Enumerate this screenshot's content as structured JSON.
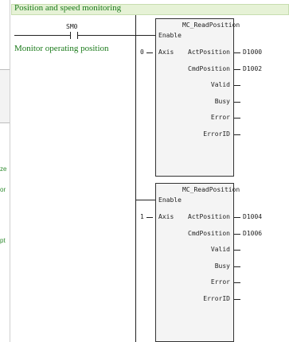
{
  "network": {
    "title": "Position and speed monitoring",
    "comment": "Monitor operating position",
    "contact": "SM0"
  },
  "left_panel": {
    "fragments": [
      "ze",
      "or",
      "pt"
    ]
  },
  "blocks": [
    {
      "name": "MC_ReadPosition",
      "enable": "Enable",
      "axis_label": "Axis",
      "axis_value": "0",
      "outputs": [
        {
          "label": "ActPosition",
          "value": "D1000"
        },
        {
          "label": "CmdPosition",
          "value": "D1002"
        },
        {
          "label": "Valid",
          "value": ""
        },
        {
          "label": "Busy",
          "value": ""
        },
        {
          "label": "Error",
          "value": ""
        },
        {
          "label": "ErrorID",
          "value": ""
        }
      ]
    },
    {
      "name": "MC_ReadPosition",
      "enable": "Enable",
      "axis_label": "Axis",
      "axis_value": "1",
      "outputs": [
        {
          "label": "ActPosition",
          "value": "D1004"
        },
        {
          "label": "CmdPosition",
          "value": "D1006"
        },
        {
          "label": "Valid",
          "value": ""
        },
        {
          "label": "Busy",
          "value": ""
        },
        {
          "label": "Error",
          "value": ""
        },
        {
          "label": "ErrorID",
          "value": ""
        }
      ]
    }
  ]
}
